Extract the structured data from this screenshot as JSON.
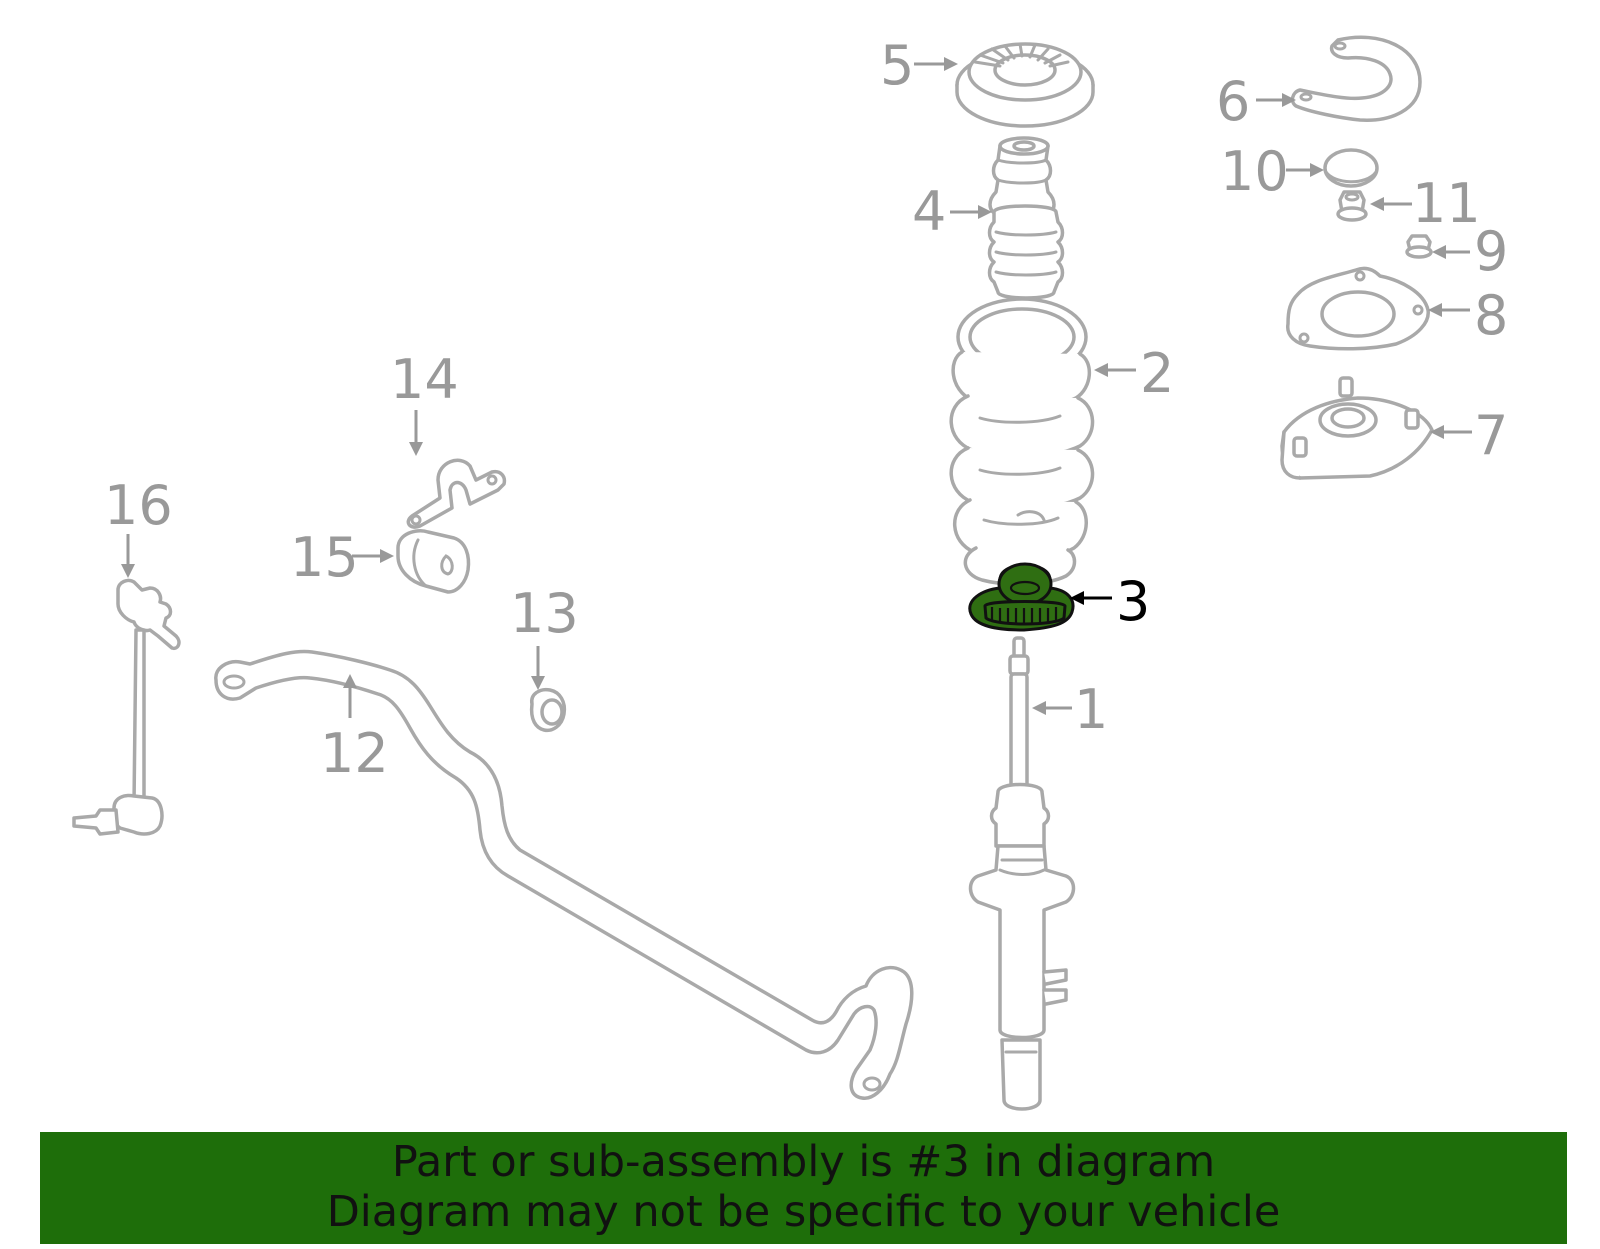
{
  "diagram": {
    "highlighted_part": "3",
    "highlight_color": "#2f6e12",
    "callouts": [
      {
        "id": "1",
        "part": "strut-shock-absorber"
      },
      {
        "id": "2",
        "part": "coil-spring"
      },
      {
        "id": "3",
        "part": "lower-spring-seat",
        "highlighted": true
      },
      {
        "id": "4",
        "part": "bump-stop-dust-boot"
      },
      {
        "id": "5",
        "part": "upper-spring-seat"
      },
      {
        "id": "6",
        "part": "spring-insulator"
      },
      {
        "id": "7",
        "part": "strut-mount"
      },
      {
        "id": "8",
        "part": "mount-plate"
      },
      {
        "id": "9",
        "part": "nut"
      },
      {
        "id": "10",
        "part": "dust-cap"
      },
      {
        "id": "11",
        "part": "lock-nut"
      },
      {
        "id": "12",
        "part": "stabilizer-bar"
      },
      {
        "id": "13",
        "part": "bushing"
      },
      {
        "id": "14",
        "part": "bushing-bracket"
      },
      {
        "id": "15",
        "part": "stabilizer-bushing"
      },
      {
        "id": "16",
        "part": "stabilizer-link"
      }
    ]
  },
  "banner": {
    "background": "#1e6e0a",
    "line1": "Part or sub-assembly is #3 in diagram",
    "line2": "Diagram may not be specific to your vehicle"
  }
}
